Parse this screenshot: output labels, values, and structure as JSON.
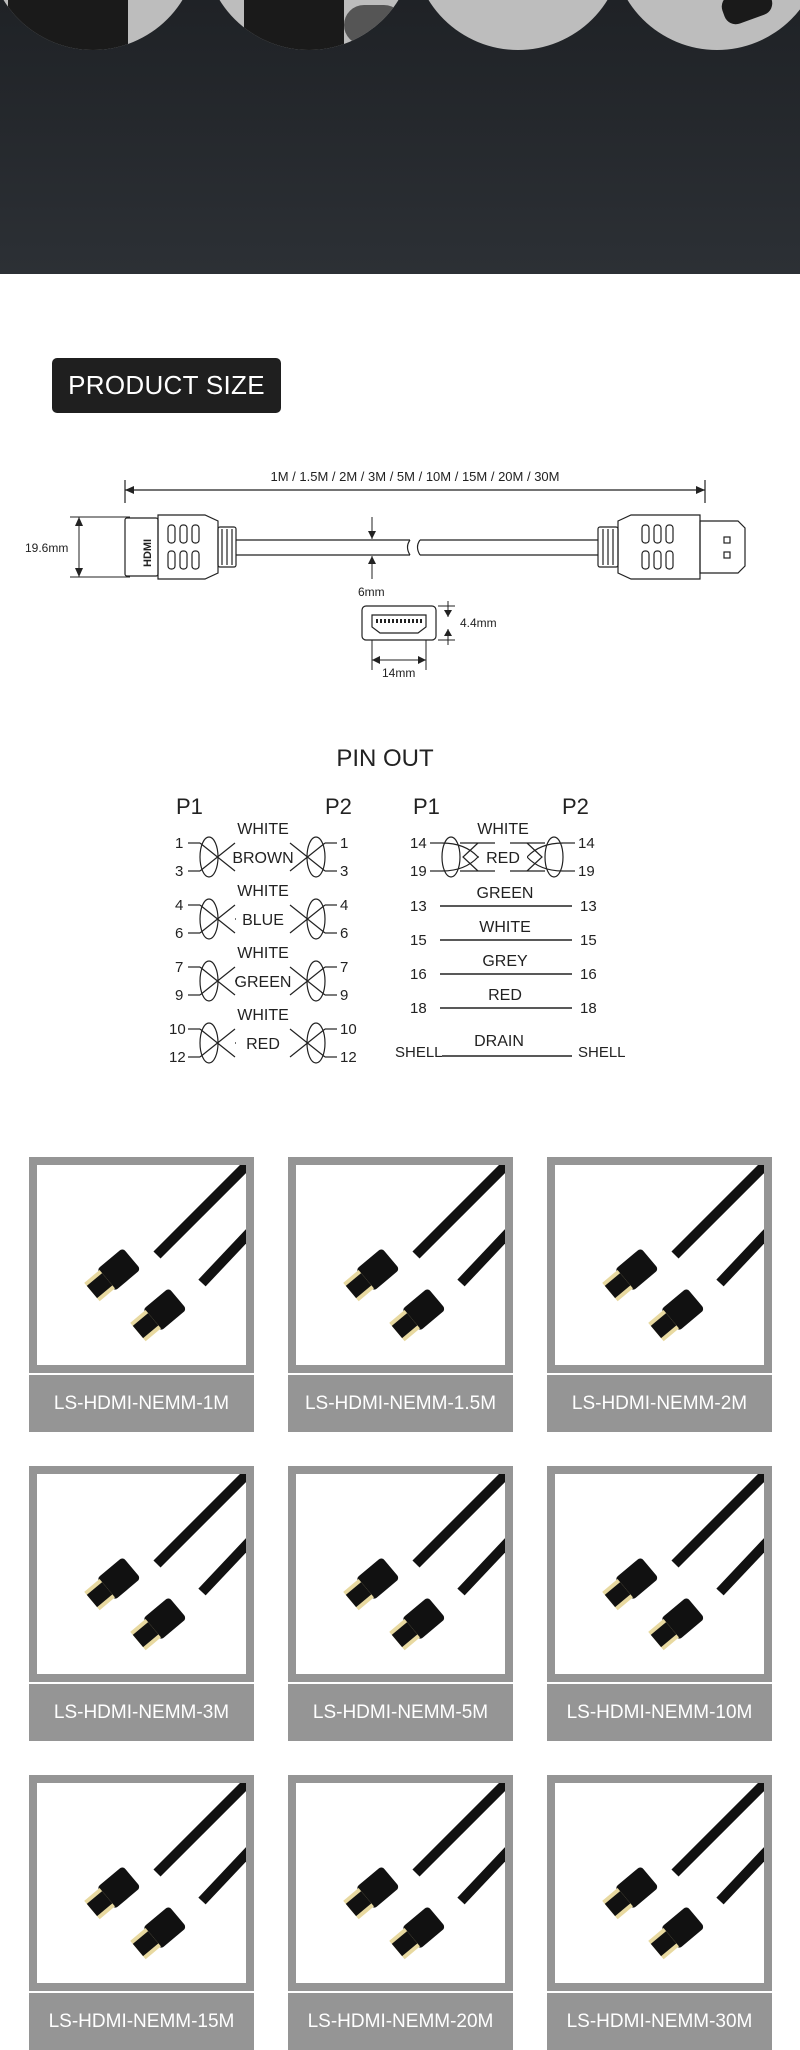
{
  "section": {
    "title": "PRODUCT SIZE"
  },
  "dimensions": {
    "lengths": "1M / 1.5M / 2M / 3M / 5M / 10M / 15M / 20M / 30M",
    "height": "19.6mm",
    "cable_diameter": "6mm",
    "plug_height": "4.4mm",
    "plug_width": "14mm",
    "plug_marking": "HDMI"
  },
  "pinout": {
    "title": "PIN OUT",
    "left": {
      "p1": "P1",
      "p2": "P2",
      "pairs": [
        {
          "a": "1",
          "b": "3",
          "top": "WHITE",
          "mid": "BROWN"
        },
        {
          "a": "4",
          "b": "6",
          "top": "WHITE",
          "mid": "BLUE"
        },
        {
          "a": "7",
          "b": "9",
          "top": "WHITE",
          "mid": "GREEN"
        },
        {
          "a": "10",
          "b": "12",
          "top": "WHITE",
          "mid": "RED"
        }
      ]
    },
    "right": {
      "p1": "P1",
      "p2": "P2",
      "pair": {
        "a": "14",
        "b": "19",
        "top": "WHITE",
        "mid": "RED"
      },
      "wires": [
        {
          "pin": "13",
          "color": "GREEN"
        },
        {
          "pin": "15",
          "color": "WHITE"
        },
        {
          "pin": "16",
          "color": "GREY"
        },
        {
          "pin": "18",
          "color": "RED"
        }
      ],
      "shell": {
        "left": "SHELL",
        "right": "SHELL",
        "color": "DRAIN"
      }
    }
  },
  "products": [
    {
      "name": "LS-HDMI-NEMM-1M"
    },
    {
      "name": "LS-HDMI-NEMM-1.5M"
    },
    {
      "name": "LS-HDMI-NEMM-2M"
    },
    {
      "name": "LS-HDMI-NEMM-3M"
    },
    {
      "name": "LS-HDMI-NEMM-5M"
    },
    {
      "name": "LS-HDMI-NEMM-10M"
    },
    {
      "name": "LS-HDMI-NEMM-15M"
    },
    {
      "name": "LS-HDMI-NEMM-20M"
    },
    {
      "name": "LS-HDMI-NEMM-30M"
    }
  ],
  "colors": {
    "band": "#2a2d31",
    "card_frame": "#959595",
    "title_bg": "#1f1f1f"
  }
}
